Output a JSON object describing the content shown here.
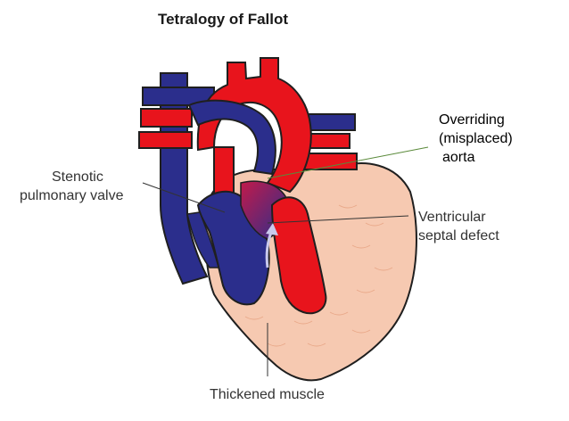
{
  "title": "Tetralogy of Fallot",
  "labels": {
    "overriding_aorta": [
      "Overriding",
      "(misplaced)",
      "aorta"
    ],
    "stenotic_valve": [
      "Stenotic",
      "pulmonary valve"
    ],
    "vsd": [
      "Ventricular",
      "septal defect"
    ],
    "thickened_muscle": "Thickened muscle"
  },
  "colors": {
    "oxygenated": "#e8141c",
    "deoxygenated": "#2b2e8c",
    "muscle": "#f6c9b1",
    "outline": "#1f1f1f",
    "leader_line_green": "#5a8a3a"
  }
}
